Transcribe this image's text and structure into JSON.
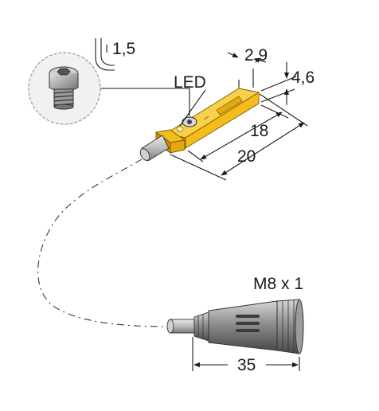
{
  "labels": {
    "hex_key": "1,5",
    "led": "LED",
    "width": "2,9",
    "height": "4,6",
    "length_inner": "18",
    "length_outer": "20",
    "thread": "M8 x 1",
    "connector_length": "35"
  },
  "colors": {
    "sensor_body": "#f5bd1c",
    "sensor_dark": "#c98e08",
    "connector": "#8a8a8a",
    "cable": "#bdbdbd"
  }
}
